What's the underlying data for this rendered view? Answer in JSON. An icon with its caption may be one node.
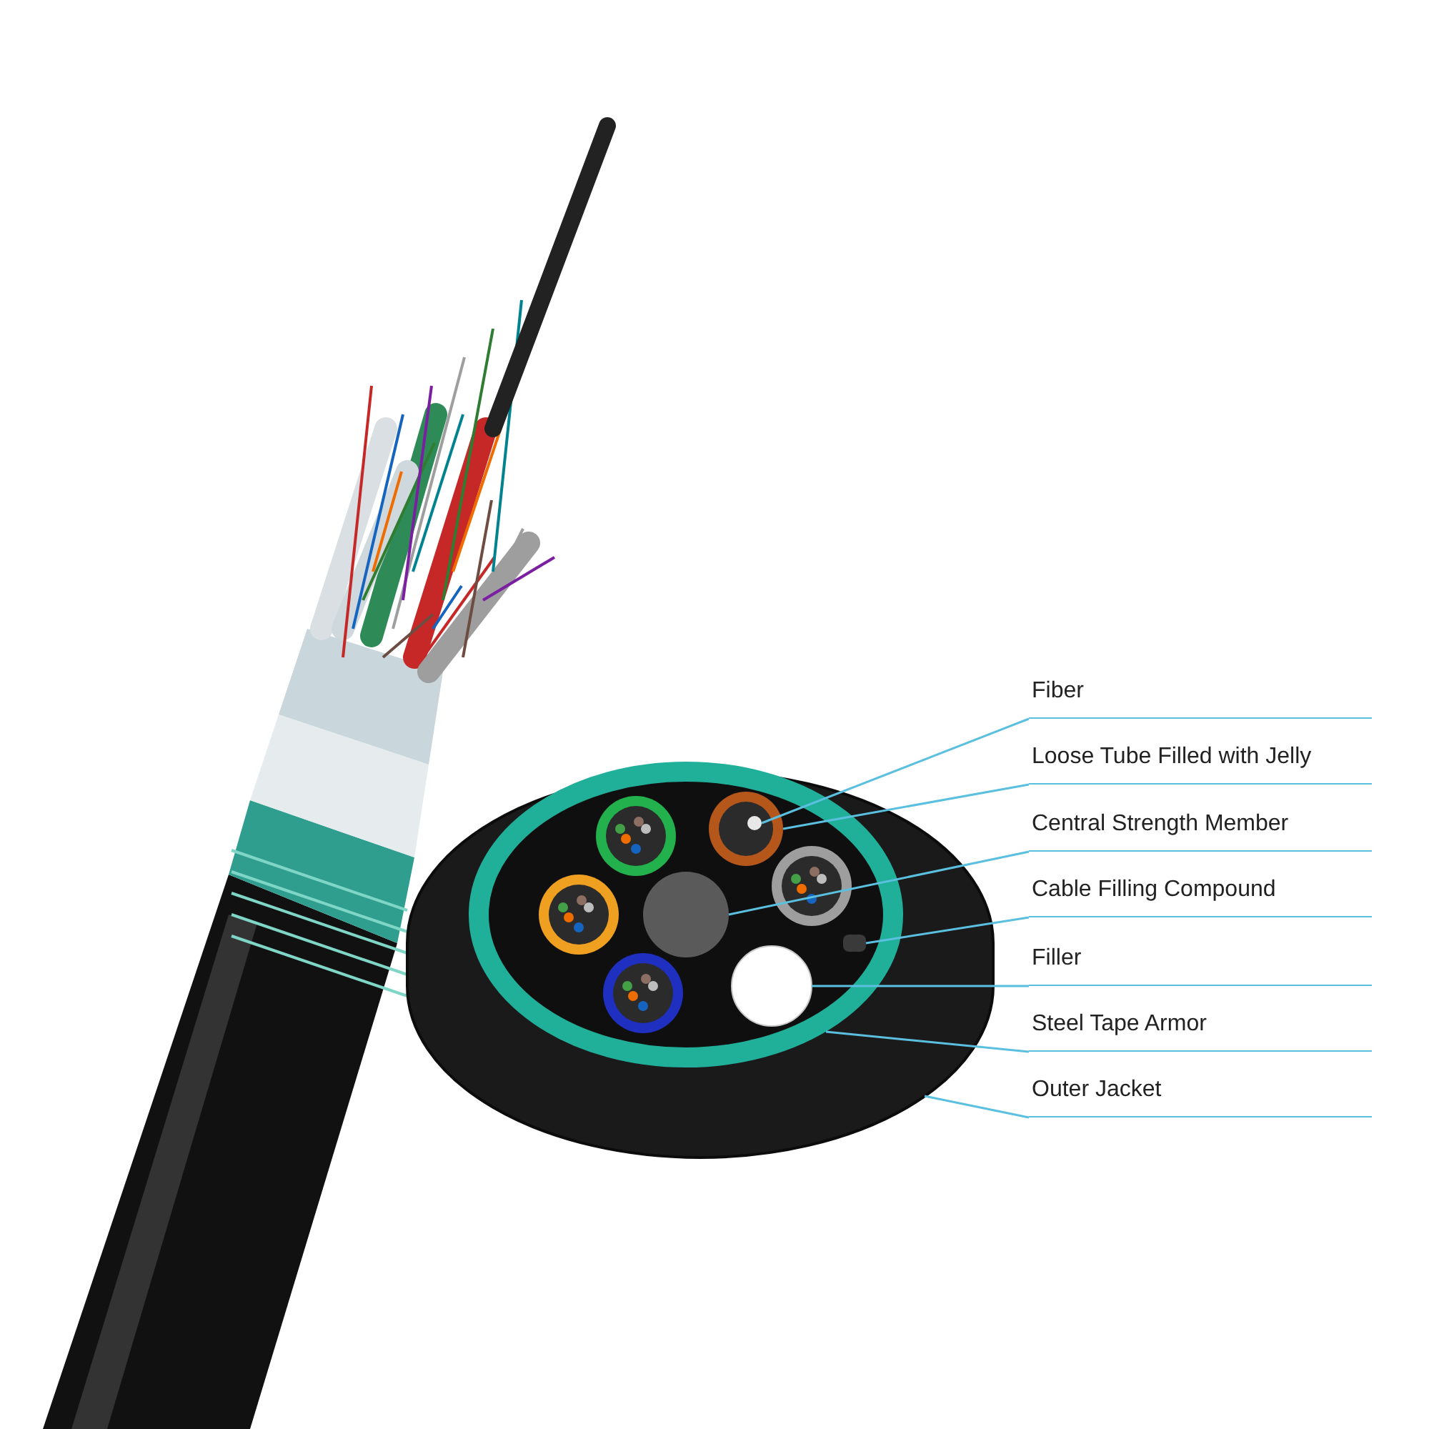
{
  "diagram": {
    "nodes": [
      {
        "text": [
          "Fiber"
        ]
      },
      {
        "text": [
          "Loose Tube Filled with Jelly"
        ]
      },
      {
        "text": [
          "Central Strength Member"
        ]
      },
      {
        "text": [
          "Cable Filling Compound"
        ]
      },
      {
        "text": [
          "Filler"
        ]
      },
      {
        "text": [
          "Steel Tape Armor"
        ]
      },
      {
        "text": [
          "Outer Jacket"
        ]
      },
      {
        "text": [],
        "shape": "cylinder"
      },
      {
        "text": [],
        "shape": "ring",
        "in": 7
      },
      {
        "text": [],
        "shape": "circle",
        "in": 8
      },
      {
        "text": [],
        "shape": "circle",
        "in": 9
      },
      {
        "text": [],
        "shape": "circle",
        "in": 8
      },
      {
        "text": [],
        "shape": "box",
        "in": 8
      },
      {
        "text": [],
        "shape": "circle",
        "in": 8
      }
    ],
    "edges": [
      {
        "from": 0,
        "to": 10,
        "arrow": "none"
      },
      {
        "from": 1,
        "to": 9,
        "arrow": "none"
      },
      {
        "from": 2,
        "to": 11,
        "arrow": "none"
      },
      {
        "from": 3,
        "to": 12,
        "arrow": "none"
      },
      {
        "from": 4,
        "to": 13,
        "arrow": "none"
      },
      {
        "from": 5,
        "to": 8,
        "arrow": "none"
      },
      {
        "from": 6,
        "to": 7,
        "arrow": "none"
      }
    ]
  }
}
